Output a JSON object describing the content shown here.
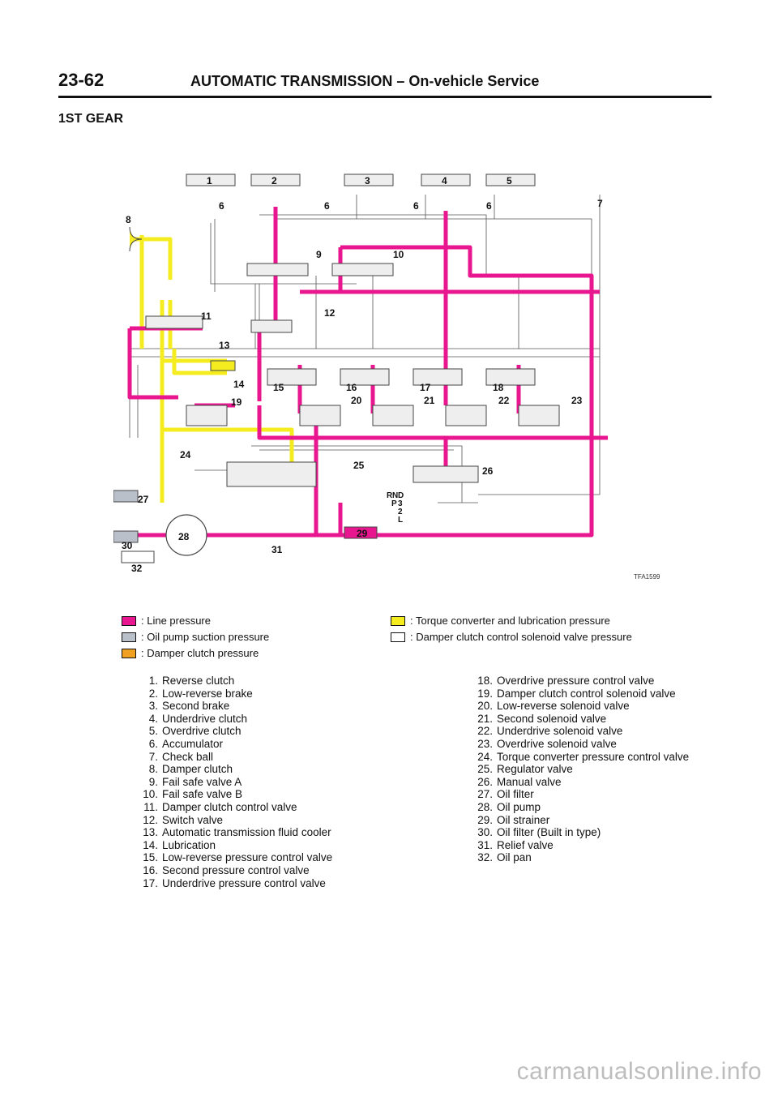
{
  "header": {
    "page_code": "23-62",
    "title": "AUTOMATIC TRANSMISSION",
    "subtitle": "– On-vehicle Service"
  },
  "section_title": "1ST GEAR",
  "colors": {
    "line_pressure": "#e8178f",
    "torque_converter": "#f5ec20",
    "oil_pump_suction": "#b9c0c9",
    "damper_clutch_control": "#ffffff",
    "damper_clutch": "#f0a020",
    "line": "#444444"
  },
  "diagram": {
    "reference": "TFA1599",
    "top_labels": [
      "1",
      "2",
      "3",
      "4",
      "5"
    ],
    "manual_positions": [
      "R",
      "N",
      "D",
      "P",
      "3",
      "2",
      "L"
    ],
    "callouts": [
      "6",
      "6",
      "6",
      "6",
      "6",
      "7",
      "8",
      "9",
      "10",
      "11",
      "12",
      "13",
      "14",
      "15",
      "16",
      "17",
      "18",
      "19",
      "20",
      "21",
      "22",
      "23",
      "24",
      "25",
      "26",
      "27",
      "28",
      "29",
      "30",
      "31",
      "32"
    ]
  },
  "legend": [
    {
      "label": ": Line pressure",
      "color": "#e8178f"
    },
    {
      "label": ": Oil pump suction pressure",
      "color": "#b9c0c9"
    },
    {
      "label": ": Damper clutch pressure",
      "color": "#f0a020"
    },
    {
      "label": ": Torque converter and lubrication pressure",
      "color": "#f5ec20"
    },
    {
      "label": ": Damper clutch control solenoid valve pressure",
      "color": "#ffffff"
    }
  ],
  "parts_left": [
    {
      "n": "1.",
      "t": "Reverse clutch"
    },
    {
      "n": "2.",
      "t": "Low-reverse brake"
    },
    {
      "n": "3.",
      "t": "Second brake"
    },
    {
      "n": "4.",
      "t": "Underdrive clutch"
    },
    {
      "n": "5.",
      "t": "Overdrive clutch"
    },
    {
      "n": "6.",
      "t": "Accumulator"
    },
    {
      "n": "7.",
      "t": "Check ball"
    },
    {
      "n": "8.",
      "t": "Damper clutch"
    },
    {
      "n": "9.",
      "t": "Fail safe valve A"
    },
    {
      "n": "10.",
      "t": "Fail safe valve B"
    },
    {
      "n": "11.",
      "t": "Damper clutch control valve"
    },
    {
      "n": "12.",
      "t": "Switch valve"
    },
    {
      "n": "13.",
      "t": "Automatic transmission fluid cooler"
    },
    {
      "n": "14.",
      "t": "Lubrication"
    },
    {
      "n": "15.",
      "t": "Low-reverse pressure control valve"
    },
    {
      "n": "16.",
      "t": "Second pressure control valve"
    },
    {
      "n": "17.",
      "t": "Underdrive pressure control valve"
    }
  ],
  "parts_right": [
    {
      "n": "18.",
      "t": "Overdrive pressure control valve"
    },
    {
      "n": "19.",
      "t": "Damper clutch control solenoid valve"
    },
    {
      "n": "20.",
      "t": "Low-reverse solenoid valve"
    },
    {
      "n": "21.",
      "t": "Second solenoid valve"
    },
    {
      "n": "22.",
      "t": "Underdrive solenoid valve"
    },
    {
      "n": "23.",
      "t": "Overdrive solenoid valve"
    },
    {
      "n": "24.",
      "t": "Torque converter pressure control valve"
    },
    {
      "n": "25.",
      "t": "Regulator valve"
    },
    {
      "n": "26.",
      "t": "Manual valve"
    },
    {
      "n": "27.",
      "t": "Oil filter"
    },
    {
      "n": "28.",
      "t": "Oil pump"
    },
    {
      "n": "29.",
      "t": "Oil strainer"
    },
    {
      "n": "30.",
      "t": "Oil filter (Built in type)"
    },
    {
      "n": "31.",
      "t": "Relief valve"
    },
    {
      "n": "32.",
      "t": "Oil pan"
    }
  ],
  "watermark": "carmanualsonline.info"
}
